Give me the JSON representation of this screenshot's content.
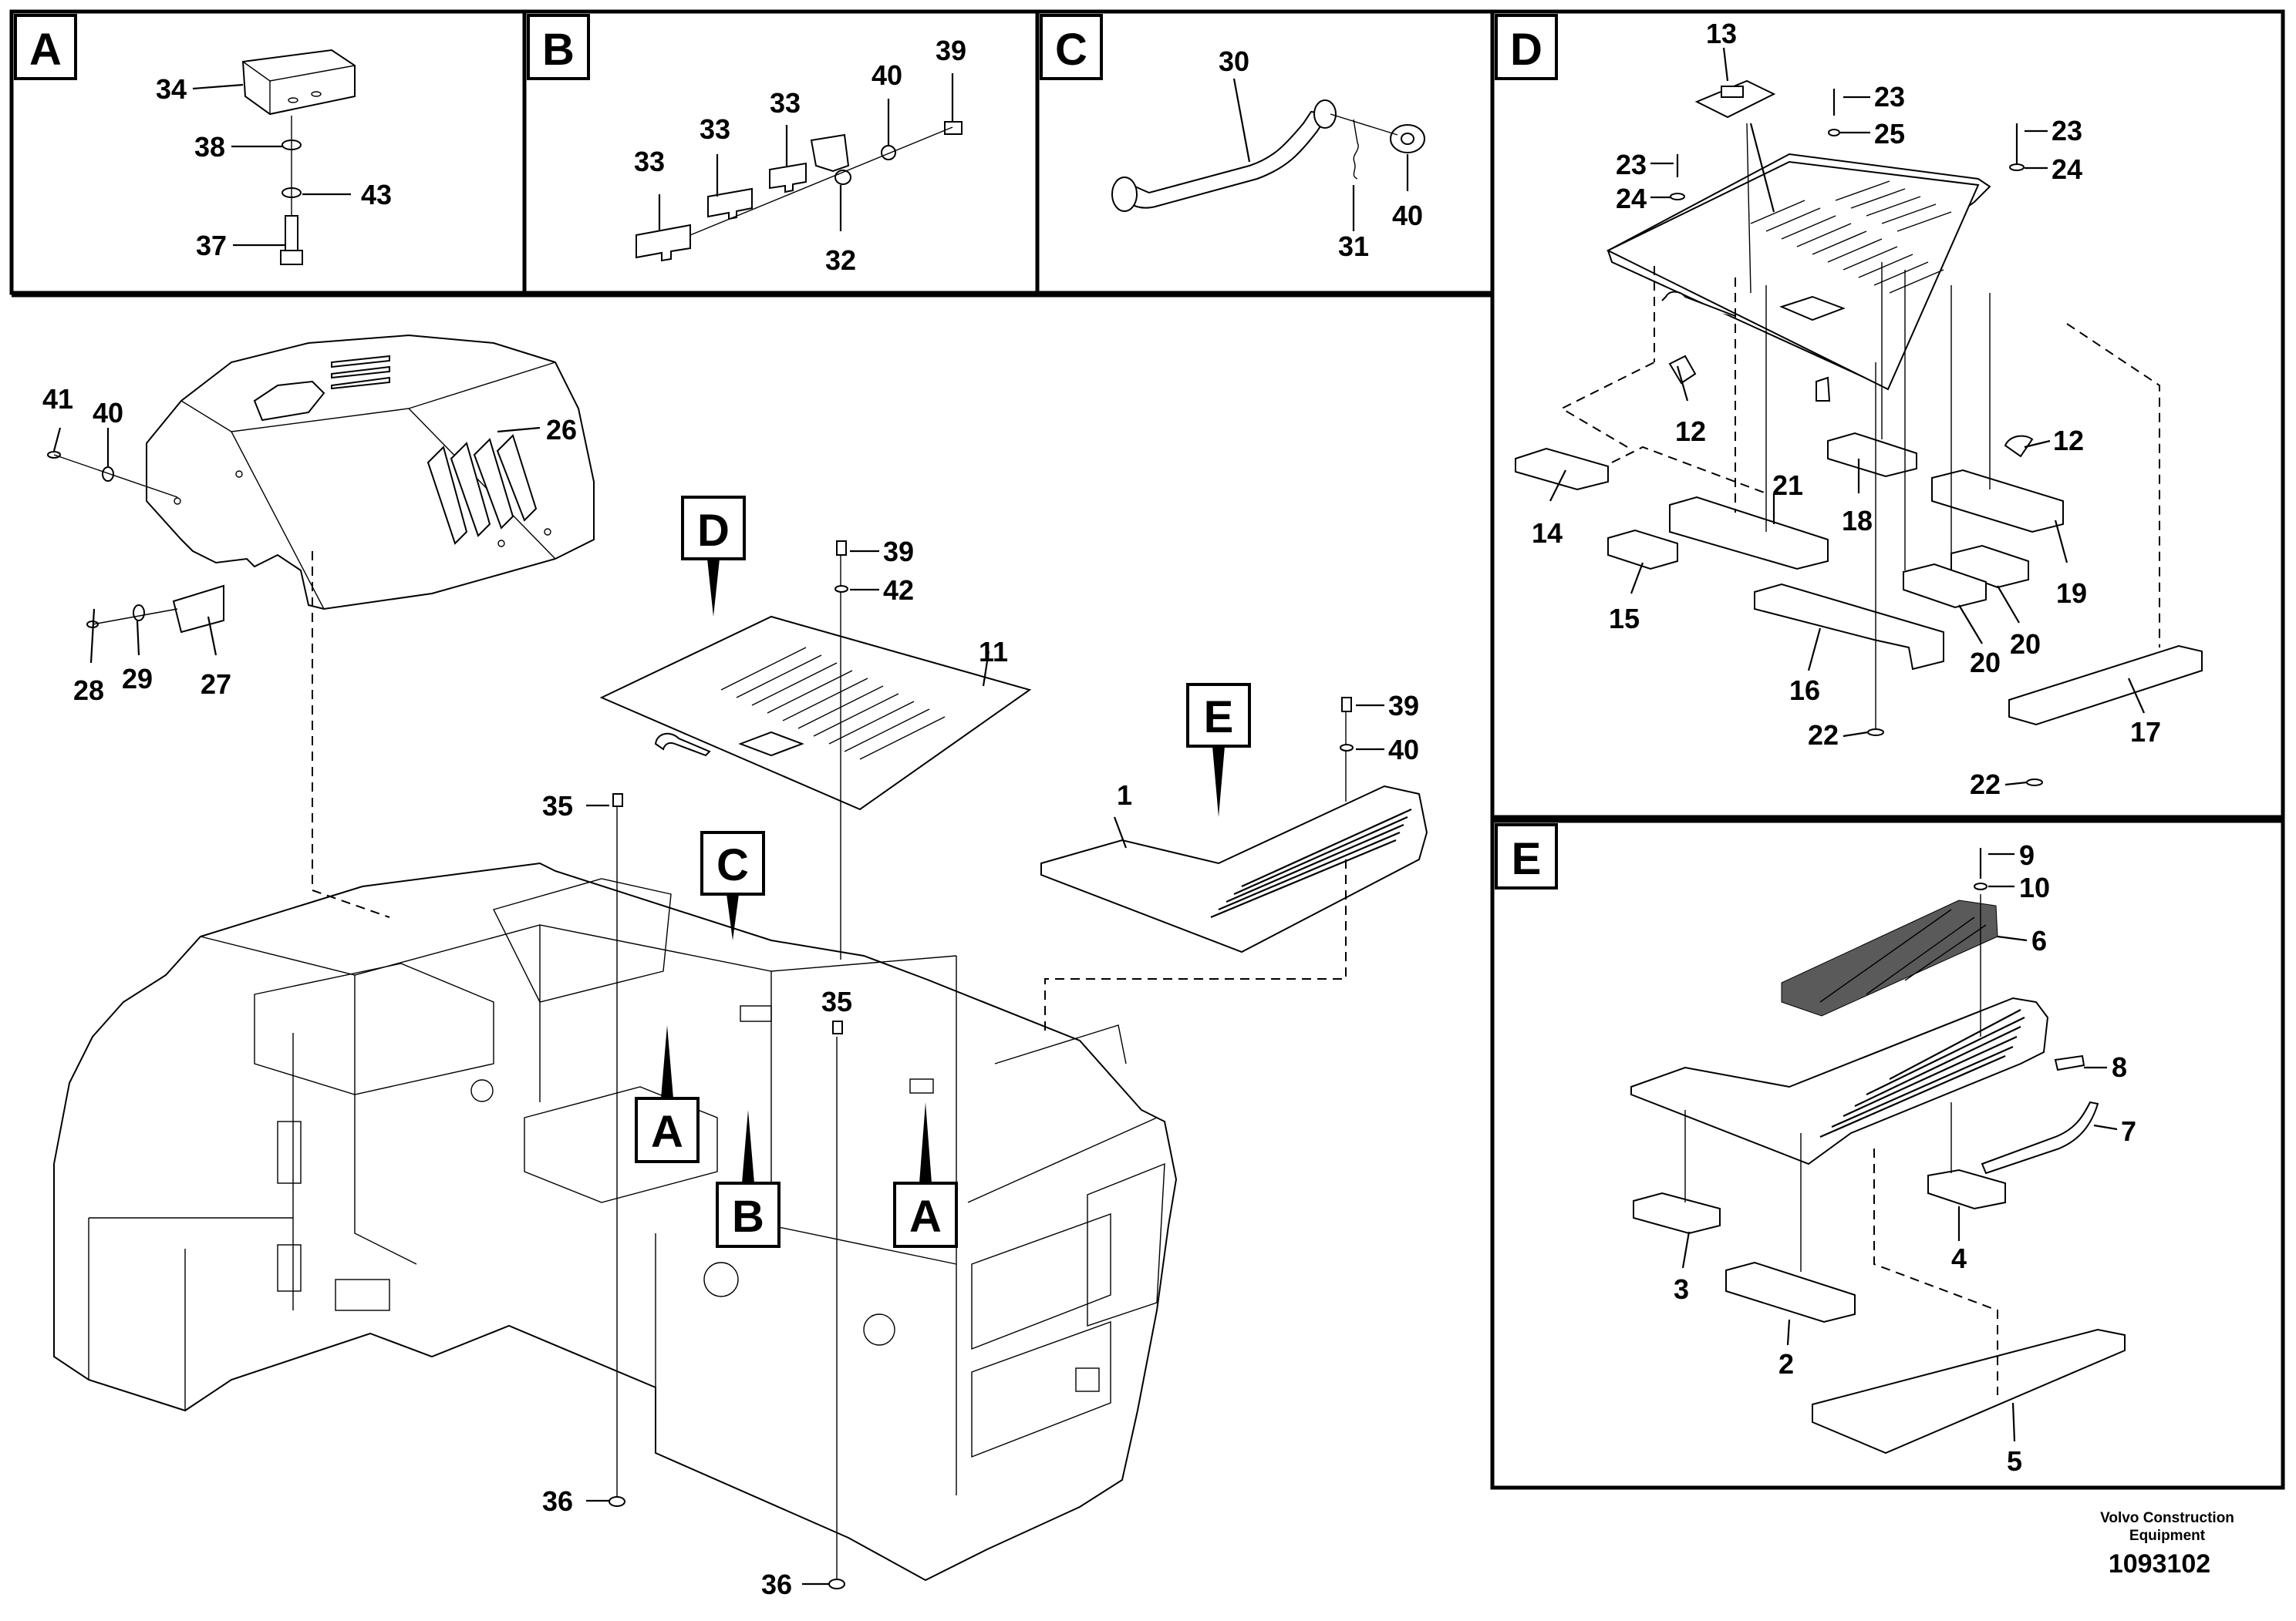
{
  "sections": [
    {
      "letter": "A",
      "parts": [
        "34",
        "38",
        "43",
        "37"
      ]
    },
    {
      "letter": "B",
      "parts": [
        "33",
        "33",
        "33",
        "40",
        "39",
        "32"
      ]
    },
    {
      "letter": "C",
      "parts": [
        "30",
        "40",
        "31"
      ]
    },
    {
      "letter": "D",
      "parts": [
        "13",
        "23",
        "25",
        "23",
        "24",
        "23",
        "24",
        "12",
        "12",
        "14",
        "21",
        "18",
        "15",
        "19",
        "20",
        "20",
        "16",
        "17",
        "22",
        "22"
      ]
    },
    {
      "letter": "E",
      "parts": [
        "9",
        "10",
        "6",
        "8",
        "7",
        "4",
        "3",
        "2",
        "5"
      ]
    }
  ],
  "main": {
    "parts": [
      "41",
      "40",
      "26",
      "28",
      "29",
      "27",
      "39",
      "42",
      "11",
      "39",
      "40",
      "1",
      "35",
      "35",
      "36",
      "36"
    ],
    "callouts": [
      "D",
      "E",
      "C",
      "A",
      "A",
      "B"
    ]
  },
  "footer": {
    "brand_line1": "Volvo Construction",
    "brand_line2": "Equipment",
    "drawing_number": "1093102"
  }
}
